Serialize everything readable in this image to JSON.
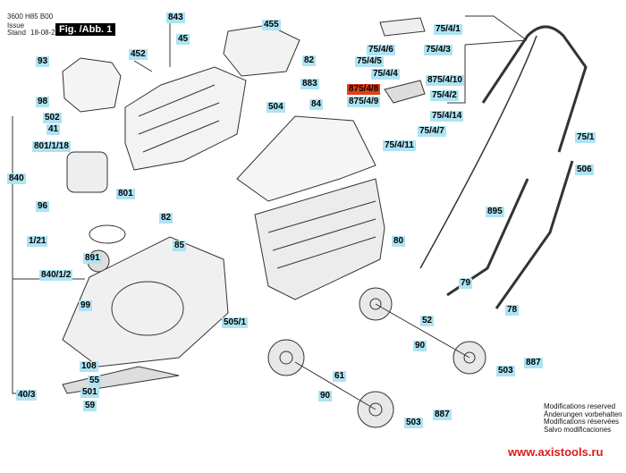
{
  "header": {
    "doc_number": "3600 H85 B00",
    "issue_label": "Issue",
    "stand_label": "Stand",
    "date": "18-08-21",
    "figure": "Fig. /Abb. 1"
  },
  "labels": [
    "843",
    "45",
    "455",
    "452",
    "82",
    "93",
    "98",
    "883",
    "84",
    "504",
    "502",
    "41",
    "801/1/18",
    "840",
    "801",
    "96",
    "82",
    "1/21",
    "85",
    "80",
    "891",
    "840/1/2",
    "99",
    "505/1",
    "52",
    "90",
    "108",
    "55",
    "501",
    "503",
    "887",
    "61",
    "90",
    "40/3",
    "59",
    "503",
    "887",
    "895",
    "79",
    "78",
    "75/1",
    "506",
    "75/4/1",
    "75/4/6",
    "75/4/3",
    "75/4/5",
    "75/4/4",
    "875/4/10",
    "875/4/8",
    "75/4/2",
    "875/4/9",
    "75/4/14",
    "75/4/7",
    "75/4/11"
  ],
  "highlighted_label": "875/4/8",
  "colors": {
    "label_bg": "#aee3f2",
    "highlight_bg": "#e2401c",
    "url": "#e01b1b"
  },
  "notes": [
    "Modifications reserved",
    "Änderungen vorbehalten",
    "Modifications réservées",
    "Salvo modificaciones"
  ],
  "website": "www.axistools.ru"
}
